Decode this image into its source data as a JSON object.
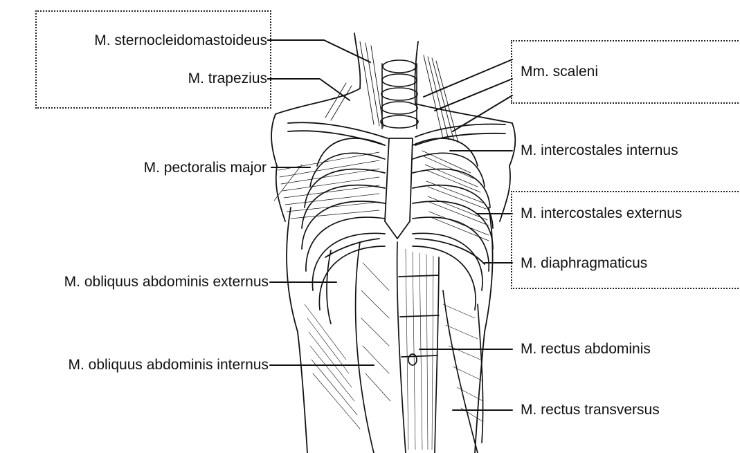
{
  "figure": {
    "labels": {
      "sternocleidomastoideus": "M. sternocleidomastoideus",
      "trapezius": "M. trapezius",
      "scaleni": "Mm. scaleni",
      "intercostales_internus": "M. intercostales internus",
      "pectoralis_major": "M. pectoralis major",
      "intercostales_externus": "M. intercostales externus",
      "diaphragmaticus": "M. diaphragmaticus",
      "obliquus_externus": "M. obliquus abdominis externus",
      "obliquus_internus": "M. obliquus abdominis internus",
      "rectus_abdominis": "M. rectus abdominis",
      "rectus_transversus": "M. rectus transversus"
    },
    "colors": {
      "ink": "#111111",
      "background": "#ffffff",
      "dotted_box": "#222222"
    }
  }
}
